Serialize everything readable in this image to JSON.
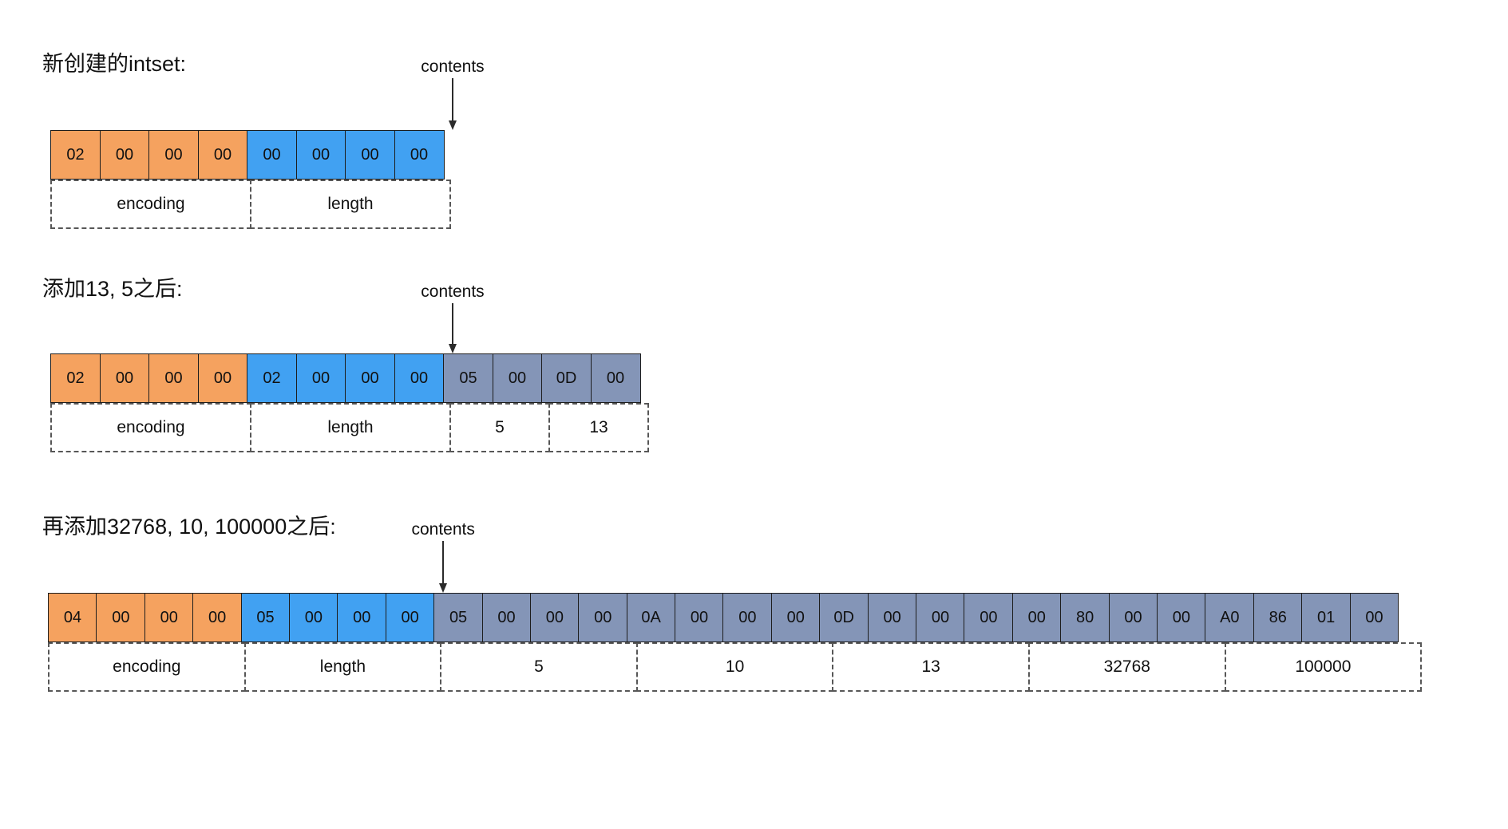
{
  "page": {
    "background": "#ffffff"
  },
  "colors": {
    "orange": "#F5A25F",
    "blue": "#41A1F2",
    "gray": "#8495B7",
    "border": "#1d1d1d",
    "dashed": "#575757",
    "text": "#111111"
  },
  "diagrams": [
    {
      "title": "新创建的intset:",
      "pointer_label": "contents",
      "cells": [
        {
          "value": "02",
          "color": "orange"
        },
        {
          "value": "00",
          "color": "orange"
        },
        {
          "value": "00",
          "color": "orange"
        },
        {
          "value": "00",
          "color": "orange"
        },
        {
          "value": "00",
          "color": "blue"
        },
        {
          "value": "00",
          "color": "blue"
        },
        {
          "value": "00",
          "color": "blue"
        },
        {
          "value": "00",
          "color": "blue"
        }
      ],
      "labels": [
        {
          "text": "encoding",
          "span": 4
        },
        {
          "text": "length",
          "span": 4
        }
      ]
    },
    {
      "title": "添加13, 5之后:",
      "pointer_label": "contents",
      "cells": [
        {
          "value": "02",
          "color": "orange"
        },
        {
          "value": "00",
          "color": "orange"
        },
        {
          "value": "00",
          "color": "orange"
        },
        {
          "value": "00",
          "color": "orange"
        },
        {
          "value": "02",
          "color": "blue"
        },
        {
          "value": "00",
          "color": "blue"
        },
        {
          "value": "00",
          "color": "blue"
        },
        {
          "value": "00",
          "color": "blue"
        },
        {
          "value": "05",
          "color": "gray"
        },
        {
          "value": "00",
          "color": "gray"
        },
        {
          "value": "0D",
          "color": "gray"
        },
        {
          "value": "00",
          "color": "gray"
        }
      ],
      "labels": [
        {
          "text": "encoding",
          "span": 4
        },
        {
          "text": "length",
          "span": 4
        },
        {
          "text": "5",
          "span": 2
        },
        {
          "text": "13",
          "span": 2
        }
      ]
    },
    {
      "title": "再添加32768, 10, 100000之后:",
      "pointer_label": "contents",
      "cells": [
        {
          "value": "04",
          "color": "orange"
        },
        {
          "value": "00",
          "color": "orange"
        },
        {
          "value": "00",
          "color": "orange"
        },
        {
          "value": "00",
          "color": "orange"
        },
        {
          "value": "05",
          "color": "blue"
        },
        {
          "value": "00",
          "color": "blue"
        },
        {
          "value": "00",
          "color": "blue"
        },
        {
          "value": "00",
          "color": "blue"
        },
        {
          "value": "05",
          "color": "gray"
        },
        {
          "value": "00",
          "color": "gray"
        },
        {
          "value": "00",
          "color": "gray"
        },
        {
          "value": "00",
          "color": "gray"
        },
        {
          "value": "0A",
          "color": "gray"
        },
        {
          "value": "00",
          "color": "gray"
        },
        {
          "value": "00",
          "color": "gray"
        },
        {
          "value": "00",
          "color": "gray"
        },
        {
          "value": "0D",
          "color": "gray"
        },
        {
          "value": "00",
          "color": "gray"
        },
        {
          "value": "00",
          "color": "gray"
        },
        {
          "value": "00",
          "color": "gray"
        },
        {
          "value": "00",
          "color": "gray"
        },
        {
          "value": "80",
          "color": "gray"
        },
        {
          "value": "00",
          "color": "gray"
        },
        {
          "value": "00",
          "color": "gray"
        },
        {
          "value": "A0",
          "color": "gray"
        },
        {
          "value": "86",
          "color": "gray"
        },
        {
          "value": "01",
          "color": "gray"
        },
        {
          "value": "00",
          "color": "gray"
        }
      ],
      "labels": [
        {
          "text": "encoding",
          "span": 4
        },
        {
          "text": "length",
          "span": 4
        },
        {
          "text": "5",
          "span": 4
        },
        {
          "text": "10",
          "span": 4
        },
        {
          "text": "13",
          "span": 4
        },
        {
          "text": "32768",
          "span": 4
        },
        {
          "text": "100000",
          "span": 4
        }
      ]
    }
  ]
}
